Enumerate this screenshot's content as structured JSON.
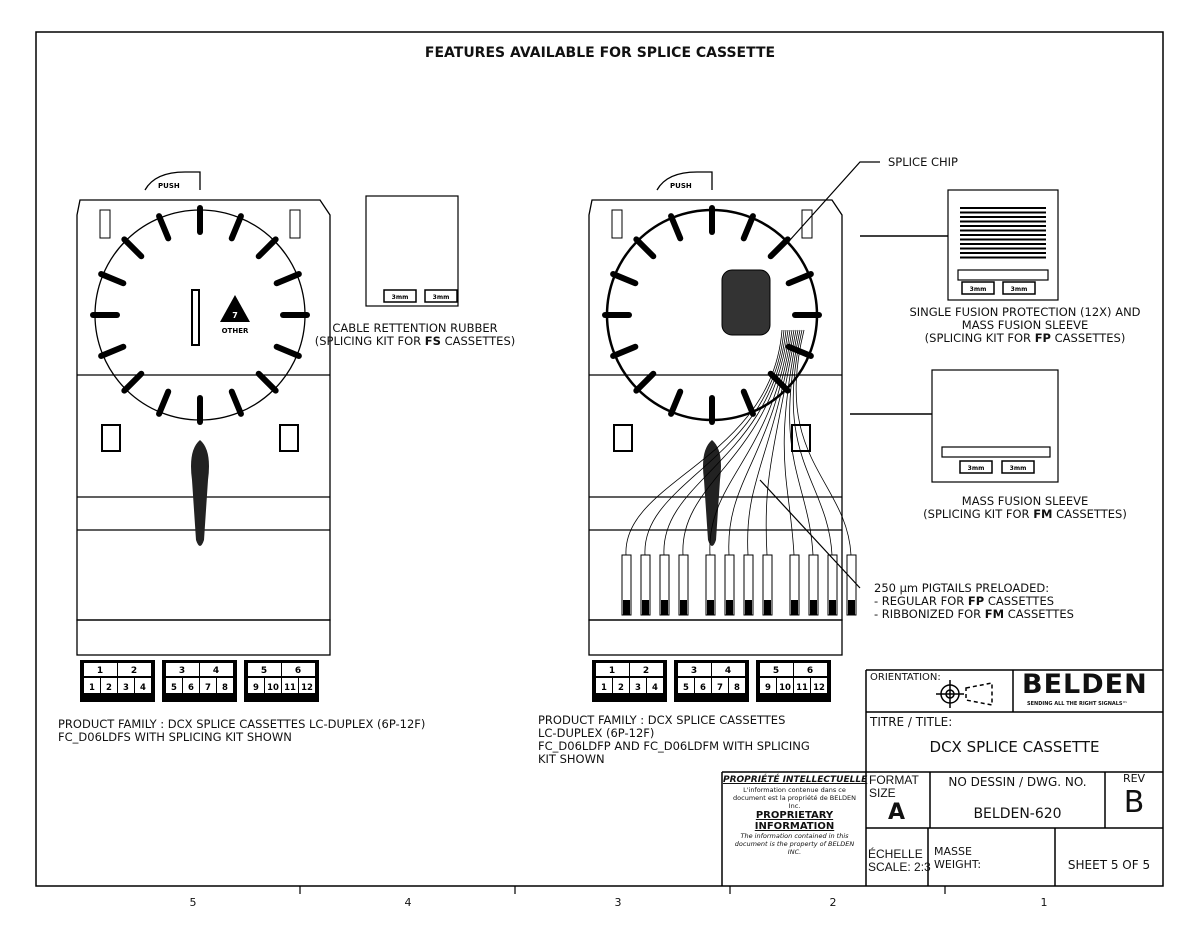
{
  "title": "FEATURES AVAILABLE FOR SPLICE CASSETTE",
  "cassette": {
    "push_label": "PUSH",
    "badge_number": "7",
    "badge_label": "OTHER"
  },
  "connectors": {
    "top": [
      "1",
      "2",
      "3",
      "4",
      "5",
      "6"
    ],
    "bottom": [
      "1",
      "2",
      "3",
      "4",
      "5",
      "6",
      "7",
      "8",
      "9",
      "10",
      "11",
      "12"
    ]
  },
  "kit_label": "3mm",
  "callouts": {
    "splice_chip": "SPLICE CHIP",
    "rubber": [
      "CABLE RETTENTION RUBBER",
      "(SPLICING KIT FOR ",
      "FS",
      " CASSETTES)"
    ],
    "single_fusion": [
      "SINGLE FUSION PROTECTION (12X) AND",
      "MASS FUSION SLEEVE",
      "(SPLICING KIT FOR  ",
      "FP",
      " CASSETTES)"
    ],
    "mass_fusion": [
      "MASS FUSION SLEEVE",
      "(SPLICING KIT FOR ",
      "FM",
      " CASSETTES)"
    ],
    "pigtails": [
      "250 µm PIGTAILS PRELOADED:",
      "- REGULAR FOR ",
      "FP",
      " CASSETTES",
      "- RIBBONIZED FOR ",
      "FM",
      " CASSETTES"
    ]
  },
  "left_caption": [
    "PRODUCT FAMILY : DCX SPLICE CASSETTES LC-DUPLEX (6P-12F)",
    "FC_D06LDFS WITH SPLICING KIT SHOWN"
  ],
  "right_caption": [
    "PRODUCT FAMILY : DCX SPLICE CASSETTES",
    "LC-DUPLEX (6P-12F)",
    "FC_D06LDFP AND FC_D06LDFM  WITH SPLICING",
    "KIT SHOWN"
  ],
  "title_block": {
    "orientation_label": "ORIENTATION:",
    "logo": "BELDEN",
    "logo_tagline": "SENDING ALL THE RIGHT SIGNALS™",
    "title_label": "TITRE / TITLE:",
    "title_value": "DCX SPLICE CASSETTE",
    "prop_fr_heading": "PROPRIÉTÉ INTELLECTUELLE",
    "prop_fr_text": "L'information contenue dans ce document est la propriété de BELDEN Inc.",
    "prop_en_heading": "PROPRIETARY INFORMATION",
    "prop_en_text": "The information contained in this document is the property of BELDEN INC.",
    "format_label": [
      "FORMAT",
      "SIZE"
    ],
    "format_value": "A",
    "dwg_label": "NO DESSIN / DWG.  NO.",
    "dwg_value": "BELDEN-620",
    "rev_label": "REV",
    "rev_value": "B",
    "scale_label": [
      "ÉCHELLE",
      "SCALE: 2:3"
    ],
    "weight_label": [
      "MASSE",
      "WEIGHT:"
    ],
    "sheet": "SHEET 5 OF 5"
  },
  "zones": [
    "5",
    "4",
    "3",
    "2",
    "1"
  ]
}
